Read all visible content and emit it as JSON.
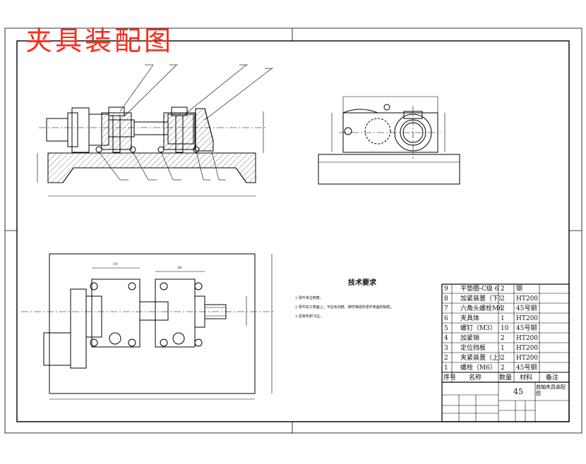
{
  "title": "夹具装配图",
  "tech": {
    "heading": "技术要求",
    "items": [
      "1.零件未注倒角。",
      "2.零件加工表面上，不应有划痕、擦伤等损伤零件表面的缺陷。",
      "3.去除毛刺飞边。"
    ]
  },
  "dims": {
    "top_left_19": "19",
    "top_right_36": "36"
  },
  "bom": {
    "rows": [
      {
        "no": "9",
        "name": "平垫圈-C级 6",
        "qty": "2",
        "mat": "钢"
      },
      {
        "no": "8",
        "name": "加紧装置（下）",
        "qty": "2",
        "mat": "HT200"
      },
      {
        "no": "7",
        "name": "六角头螺栓M6",
        "qty": "2",
        "mat": "45号钢"
      },
      {
        "no": "6",
        "name": "夹具体",
        "qty": "1",
        "mat": "HT200"
      },
      {
        "no": "5",
        "name": "螺钉（M3）",
        "qty": "10",
        "mat": "45号钢"
      },
      {
        "no": "4",
        "name": "加紧销",
        "qty": "2",
        "mat": "HT200"
      },
      {
        "no": "3",
        "name": "定位挡板",
        "qty": "1",
        "mat": "HT200"
      },
      {
        "no": "2",
        "name": "夹紧装置（上）",
        "qty": "2",
        "mat": "HT200"
      },
      {
        "no": "1",
        "name": "螺栓（M6）",
        "qty": "2",
        "mat": "45号钢"
      }
    ],
    "header": {
      "no": "序号",
      "name": "名称",
      "qty": "数量",
      "mat": "材料",
      "remark": "备注"
    },
    "material": "45",
    "drawing_name": "曲轴夹具装配图"
  }
}
